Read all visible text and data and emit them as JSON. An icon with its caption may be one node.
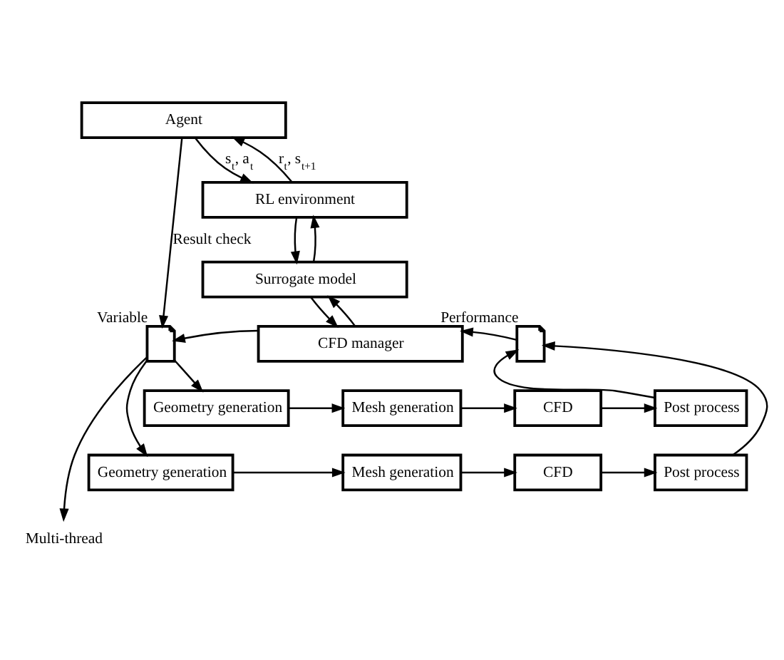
{
  "diagram": {
    "nodes": [
      {
        "text": [
          "Agent"
        ]
      },
      {
        "text": [
          "RL environment"
        ]
      },
      {
        "text": [
          "Surrogate model"
        ]
      },
      {
        "text": [
          "CFD manager"
        ]
      },
      {
        "text": [
          "Variable"
        ]
      },
      {
        "text": [
          "Performance"
        ]
      },
      {
        "text": [
          "Geometry generation"
        ]
      },
      {
        "text": [
          "Mesh generation"
        ]
      },
      {
        "text": [
          "CFD"
        ]
      },
      {
        "text": [
          "Post process"
        ]
      },
      {
        "text": [
          "Geometry generation"
        ]
      },
      {
        "text": [
          "Mesh generation"
        ]
      },
      {
        "text": [
          "CFD"
        ]
      },
      {
        "text": [
          "Post process"
        ]
      },
      {
        "text": [
          "Multi-thread"
        ]
      }
    ],
    "edges": [
      {
        "from": 0,
        "to": 4,
        "arrow": "to",
        "label": "Result check"
      },
      {
        "from": 1,
        "to": 0,
        "arrow": "to",
        "label": "r$_{t}$, s$_{t+1}$"
      },
      {
        "from": 0,
        "to": 1,
        "arrow": "to",
        "label": "s$_{t}$, a$_{t}$"
      },
      {
        "from": 2,
        "to": 1,
        "arrow": "to"
      },
      {
        "from": 1,
        "to": 2,
        "arrow": "to"
      },
      {
        "from": 3,
        "to": 2,
        "arrow": "to"
      },
      {
        "from": 2,
        "to": 3,
        "arrow": "to"
      },
      {
        "from": 3,
        "to": 4,
        "arrow": "to"
      },
      {
        "from": 5,
        "to": 3,
        "arrow": "to"
      },
      {
        "from": 4,
        "to": 6,
        "arrow": "to"
      },
      {
        "from": 4,
        "to": 10,
        "arrow": "to"
      },
      {
        "from": 4,
        "to": 14,
        "arrow": "to"
      },
      {
        "from": 6,
        "to": 7,
        "arrow": "to"
      },
      {
        "from": 7,
        "to": 8,
        "arrow": "to"
      },
      {
        "from": 8,
        "to": 9,
        "arrow": "to"
      },
      {
        "from": 10,
        "to": 11,
        "arrow": "to"
      },
      {
        "from": 11,
        "to": 12,
        "arrow": "to"
      },
      {
        "from": 12,
        "to": 13,
        "arrow": "to"
      },
      {
        "from": 9,
        "to": 5,
        "arrow": "to"
      },
      {
        "from": 13,
        "to": 5,
        "arrow": "to"
      }
    ]
  }
}
